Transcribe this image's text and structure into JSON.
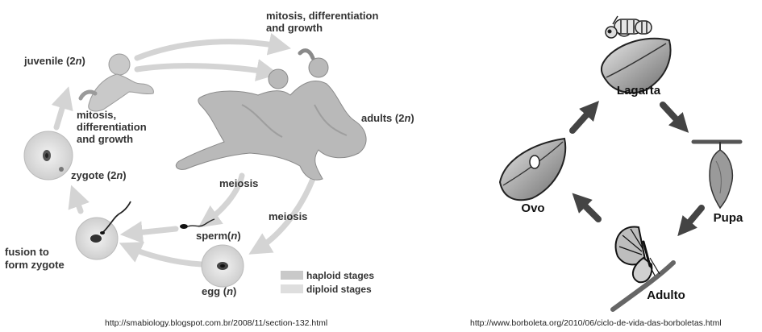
{
  "human_cycle": {
    "labels": {
      "mitosis_top_1": "mitosis, differentiation",
      "mitosis_top_2": "and growth",
      "juvenile_text": "juvenile (2",
      "juvenile_n": "n",
      "juvenile_close": ")",
      "mitosis_left_1": "mitosis,",
      "mitosis_left_2": "differentiation",
      "mitosis_left_3": "and growth",
      "adults_text": "adults (2",
      "adults_n": "n",
      "adults_close": ")",
      "zygote_text": "zygote (2",
      "zygote_n": "n",
      "zygote_close": ")",
      "meiosis_1": "meiosis",
      "meiosis_2": "meiosis",
      "sperm_text": "sperm(",
      "sperm_n": "n",
      "sperm_close": ")",
      "fusion_1": "fusion to",
      "fusion_2": "form zygote",
      "egg_text": "egg (",
      "egg_n": "n",
      "egg_close": ")",
      "legend_haploid": "haploid stages",
      "legend_diploid": "diploid stages"
    },
    "colors": {
      "haploid": "#c9c9c9",
      "diploid": "#dedede"
    },
    "source": "http://smabiology.blogspot.com.br/2008/11/section-132.html"
  },
  "butterfly_cycle": {
    "stages": {
      "lagarta": "Lagarta",
      "pupa": "Pupa",
      "adulto": "Adulto",
      "ovo": "Ovo"
    },
    "source": "http://www.borboleta.org/2010/06/ciclo-de-vida-das-borboletas.html"
  }
}
